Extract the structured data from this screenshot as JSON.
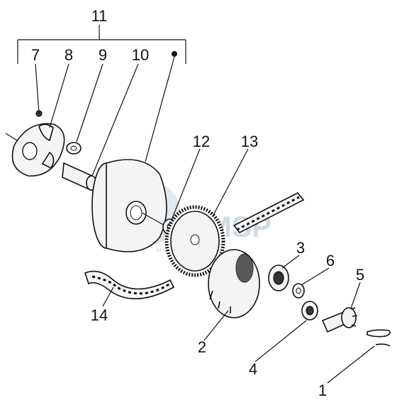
{
  "callouts": {
    "c1": "1",
    "c2": "2",
    "c3": "3",
    "c4": "4",
    "c5": "5",
    "c6": "6",
    "c7": "7",
    "c8": "8",
    "c9": "9",
    "c10": "10",
    "c11": "11",
    "c12": "12",
    "c13": "13",
    "c14": "14"
  },
  "watermark": {
    "brand": "MSP",
    "sub": "MOTORPARTS"
  },
  "colors": {
    "line": "#111111",
    "watermark": "#c9d3e2",
    "part_fill": "#f4f4f4"
  }
}
